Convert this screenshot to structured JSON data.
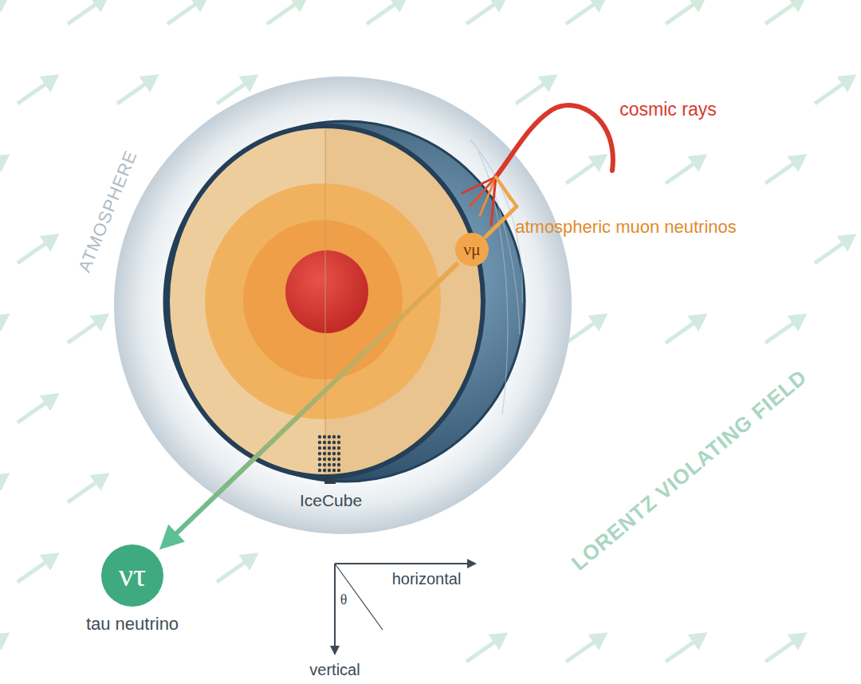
{
  "diagram": {
    "nodes": [
      {
        "text": [
          "νμ"
        ]
      },
      {
        "text": [
          "ντ",
          "tau neutrino"
        ]
      }
    ],
    "edges": [
      {
        "from": 0,
        "to": 1,
        "arrow": "to"
      }
    ],
    "labels": [
      "cosmic rays",
      "atmospheric muon neutrinos",
      "ATMOSPHERE",
      "IceCube",
      "LORENTZ VIOLATING FIELD",
      "horizontal",
      "vertical",
      "θ"
    ]
  }
}
